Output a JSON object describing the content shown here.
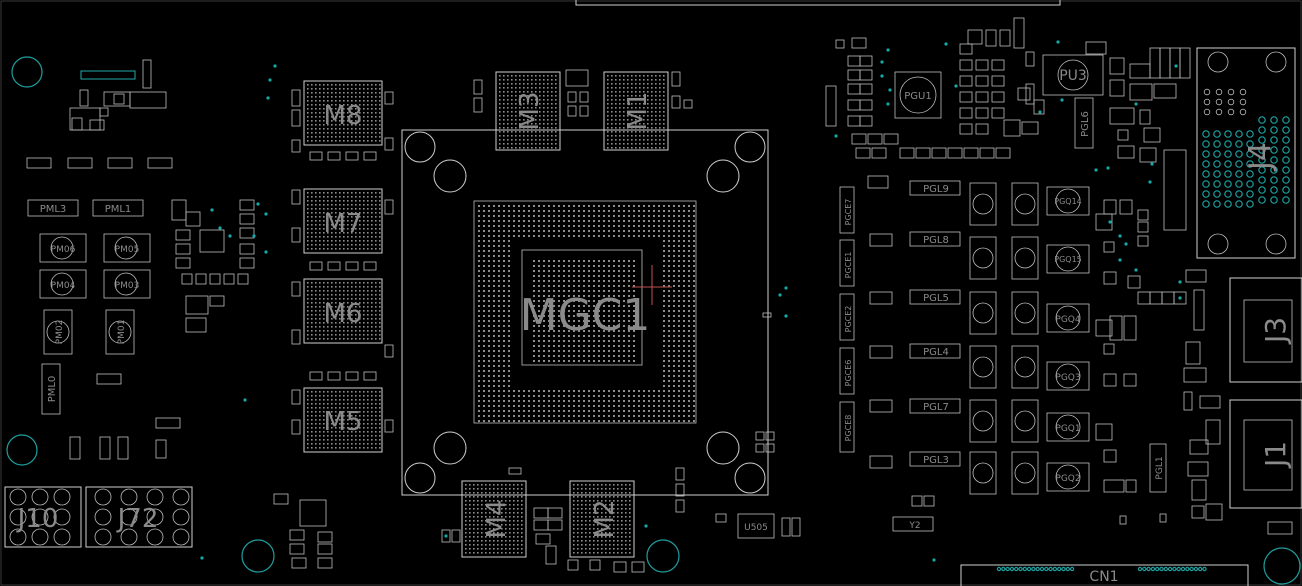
{
  "board": {
    "labels": {
      "mgc1": "MGC1",
      "m8": "M8",
      "m7": "M7",
      "m6": "M6",
      "m5": "M5",
      "m3": "M3",
      "m1": "M1",
      "m4": "M4",
      "m2": "M2",
      "pu3": "PU3",
      "pgu1": "PGU1",
      "pgl6": "PGL6",
      "j4": "J4",
      "j3": "J3",
      "j1": "J1",
      "j10": "J10",
      "j72": "J72",
      "cn1": "CN1",
      "u505": "U505",
      "y2": "Y2",
      "pml3": "PML3",
      "pml1": "PML1",
      "pm06": "PM06",
      "pm05": "PM05",
      "pm04": "PM04",
      "pm03": "PM03",
      "pm02": "PM02",
      "pm01": "PM01",
      "pml0": "PML0",
      "pgl9": "PGL9",
      "pgl8": "PGL8",
      "pgl5": "PGL5",
      "pgl4": "PGL4",
      "pgl7": "PGL7",
      "pgl3": "PGL3",
      "pgl1": "PGL1",
      "pgq14": "PGQ14",
      "pgq15": "PGQ15",
      "pgq4": "PGQ4",
      "pgq3": "PGQ3",
      "pgq1": "PGQ1",
      "pgq2": "PGQ2",
      "pgce7": "PGCE7",
      "pgce1": "PGCE1",
      "pgce2": "PGCE2",
      "pgce6": "PGCE6",
      "pgce8": "PGCE8"
    }
  }
}
